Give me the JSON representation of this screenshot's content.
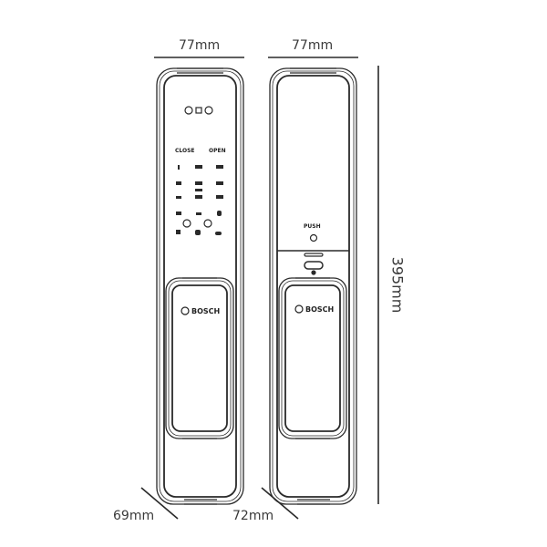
{
  "dimensions": {
    "front_width": "77mm",
    "back_width": "77mm",
    "height": "395mm",
    "front_depth": "69mm",
    "back_depth": "72mm"
  },
  "front_panel": {
    "brand": "BOSCH",
    "labels": {
      "close": "CLOSE",
      "open": "OPEN"
    },
    "icons": [
      "camera-sensors",
      "keypad-buttons",
      "lock-icon",
      "home-icon",
      "shield-icon",
      "key-icon"
    ]
  },
  "back_panel": {
    "brand": "BOSCH",
    "push_label": "PUSH"
  },
  "colors": {
    "line": "#2a2a2a",
    "background": "#ffffff",
    "text": "#3a3a3a"
  }
}
